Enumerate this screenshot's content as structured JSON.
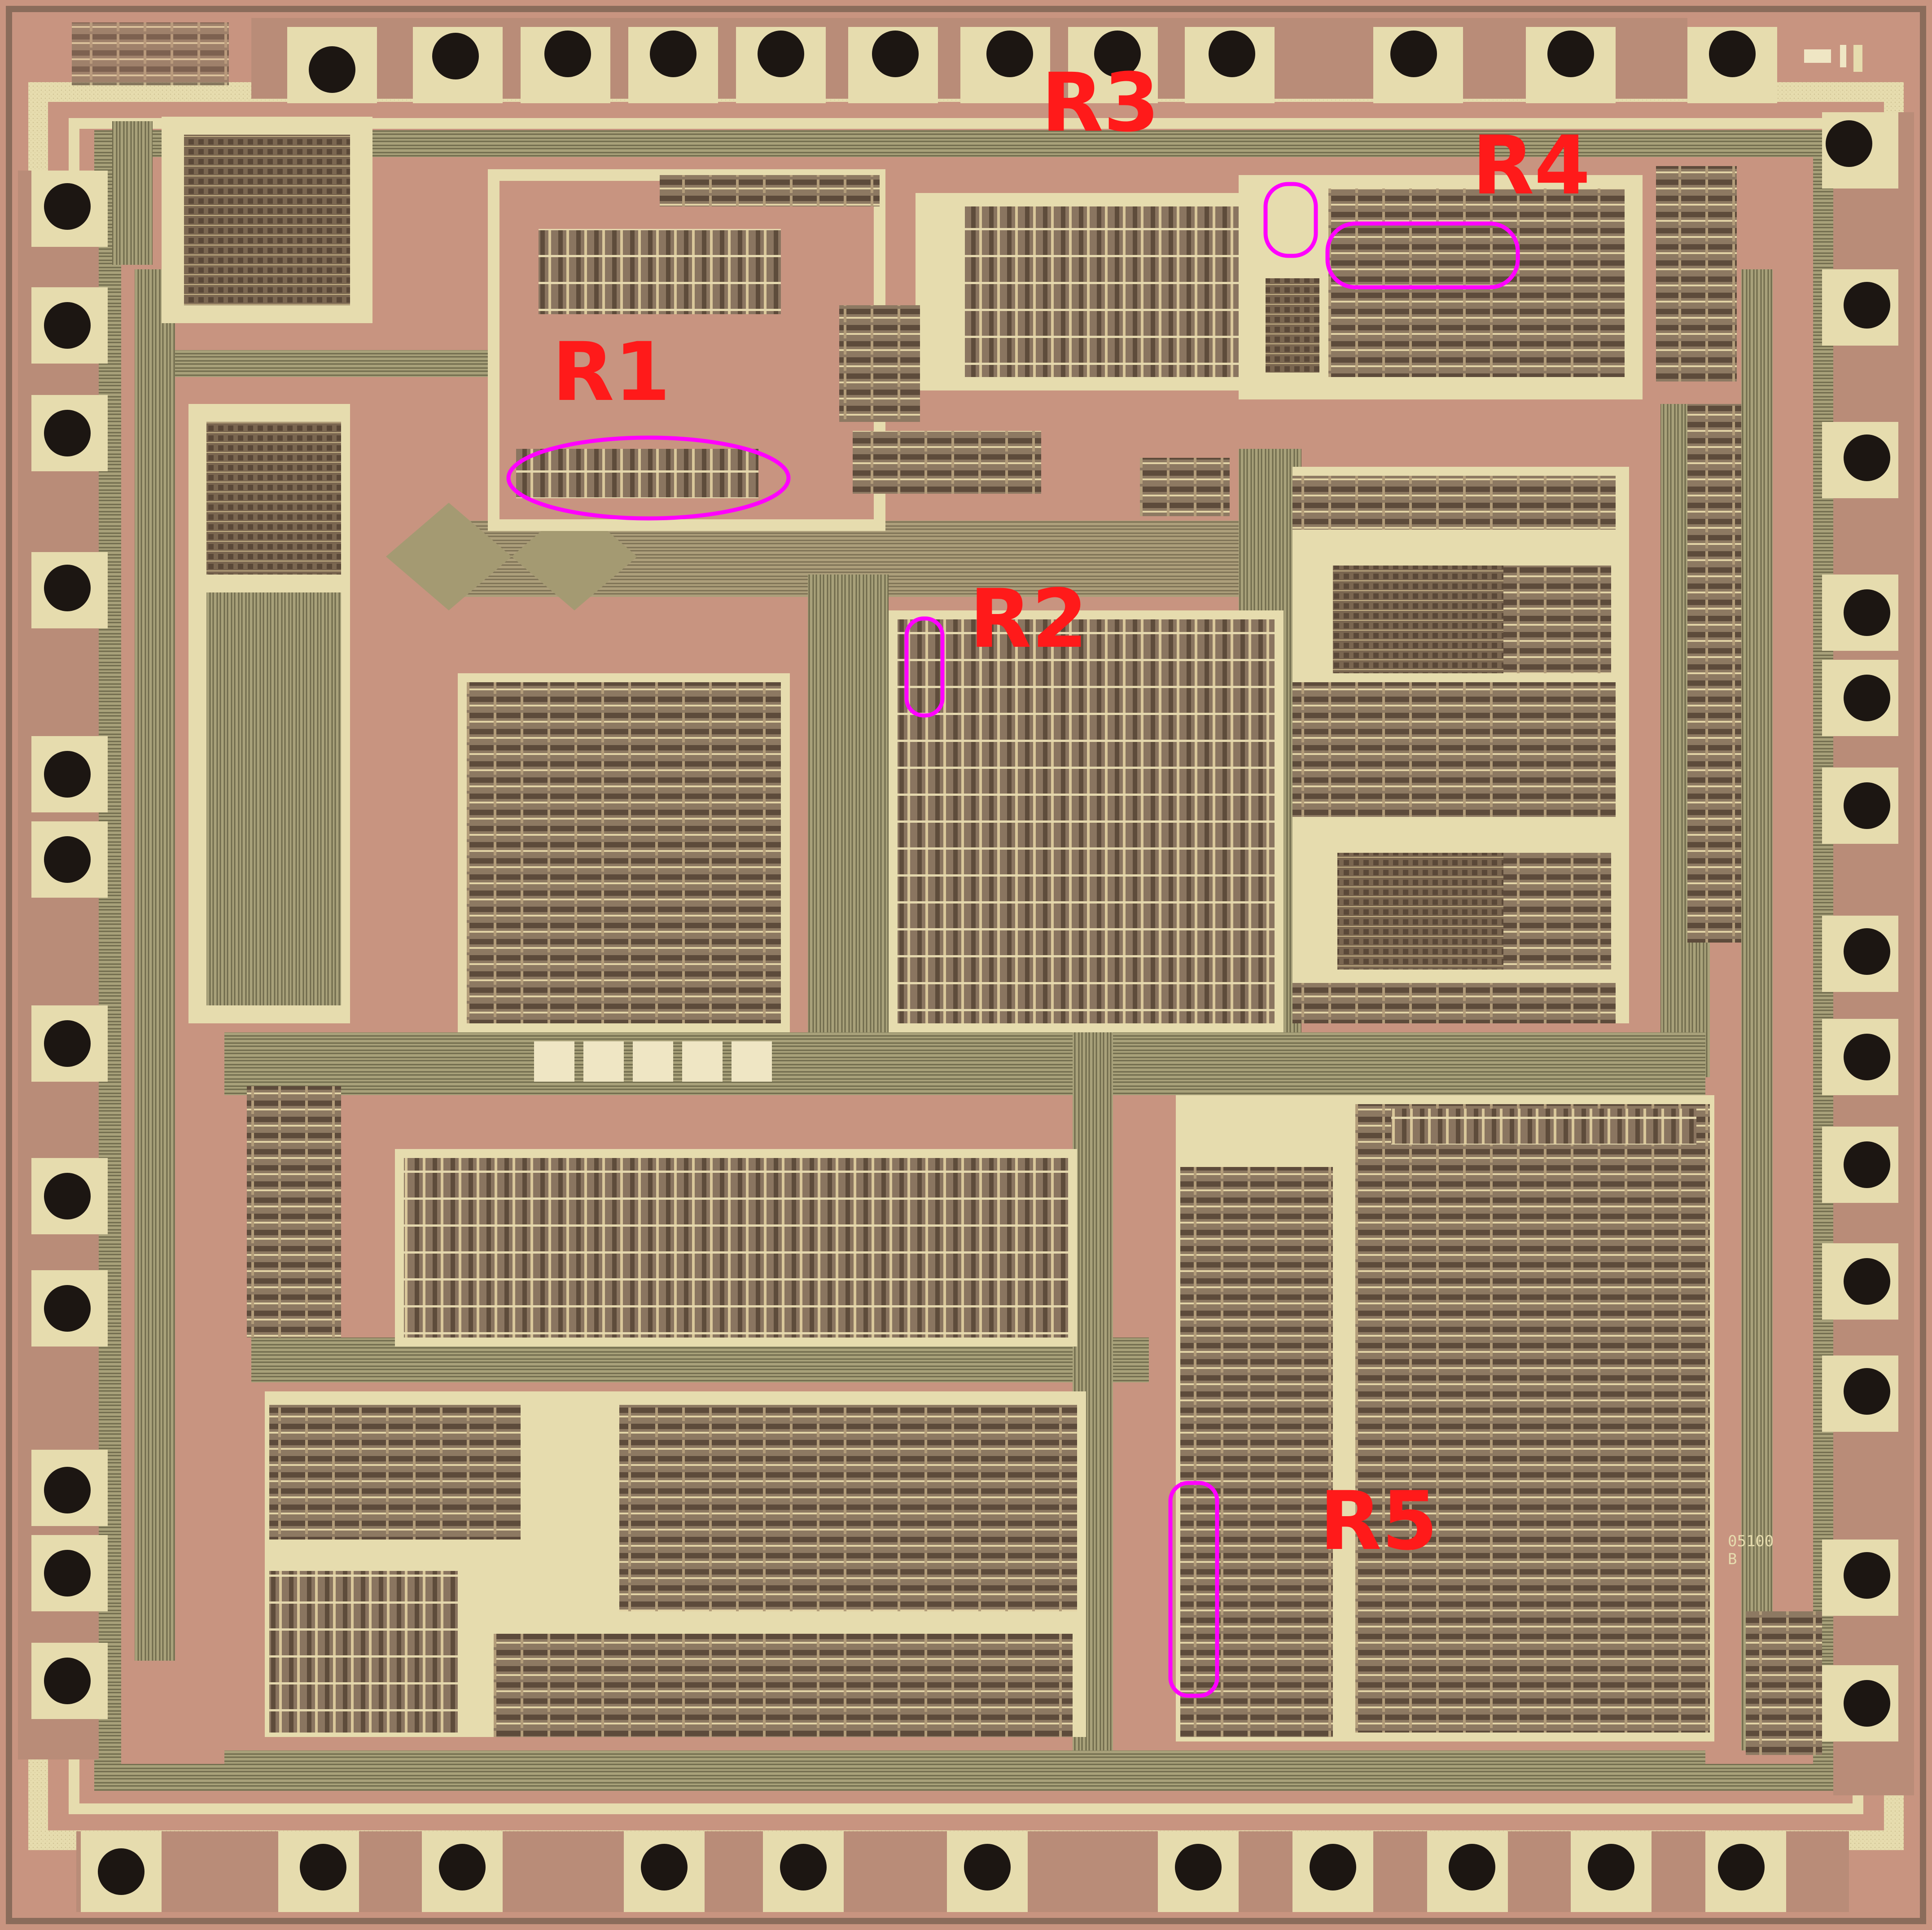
{
  "image": {
    "subject": "integrated circuit die micrograph",
    "colors": {
      "substrate": "#c9917f",
      "metal": "#e6dcae",
      "metal_dark": "#9c9569",
      "pad": "#1c1612",
      "trace_dark": "#6e6748",
      "highlight": "#ff00ff",
      "label": "#ff1a1a"
    }
  },
  "regions": [
    {
      "id": "R1",
      "label": "R1"
    },
    {
      "id": "R2",
      "label": "R2"
    },
    {
      "id": "R3",
      "label": "R3"
    },
    {
      "id": "R4",
      "label": "R4"
    },
    {
      "id": "R5",
      "label": "R5"
    }
  ],
  "die_markings": {
    "line1": "05100",
    "line2": "B"
  }
}
